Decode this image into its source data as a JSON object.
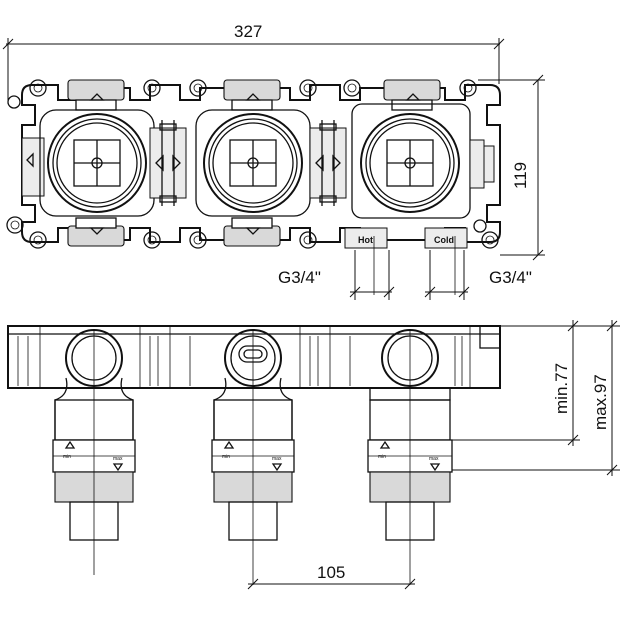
{
  "dimensions": {
    "total_width": "327",
    "height": "119",
    "thread_left": "G3/4\"",
    "thread_right": "G3/4\"",
    "depth_min": "min.77",
    "depth_max": "max.97",
    "spacing": "105"
  },
  "port_labels": {
    "hot": "Hot",
    "cold": "Cold"
  },
  "scale_labels": {
    "min": "min",
    "max": "max"
  }
}
